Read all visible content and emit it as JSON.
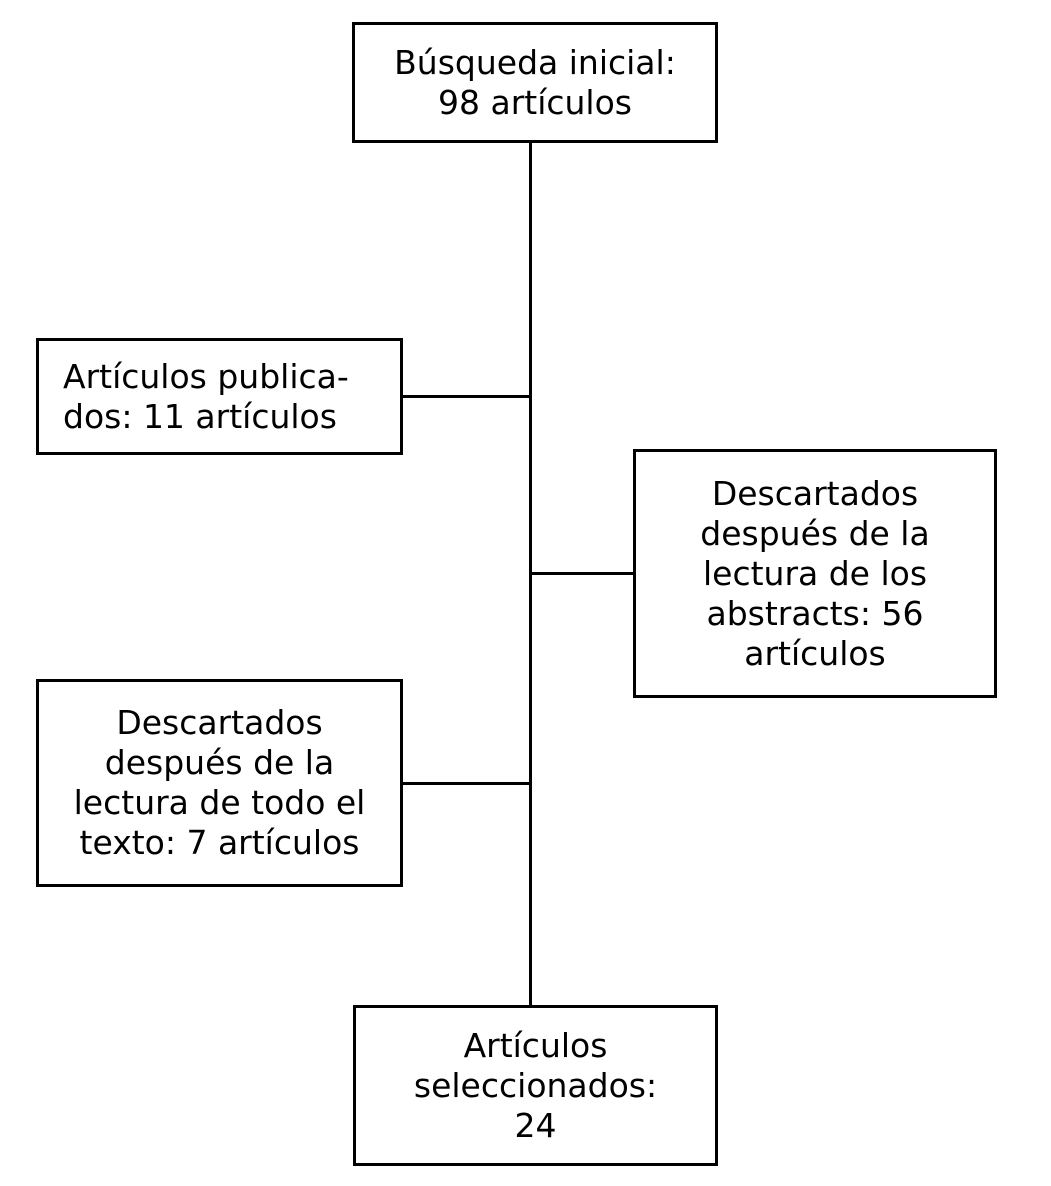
{
  "diagram": {
    "type": "flowchart",
    "language": "es",
    "background_color": "#ffffff",
    "line_color": "#000000",
    "text_color": "#000000",
    "boxes": [
      {
        "name": "initial-search",
        "text": "Búsqueda inicial:\n98 artículos",
        "count": 98
      },
      {
        "name": "published-articles",
        "text": "Artículos publica-\ndos: 11 artículos",
        "count": 11
      },
      {
        "name": "discarded-after-abstracts",
        "text": "Descartados\ndespués de la\nlectura de los\nabstracts: 56\nartículos",
        "count": 56
      },
      {
        "name": "discarded-after-full-text",
        "text": "Descartados\ndespués de la\nlectura de todo el\ntexto: 7 artículos",
        "count": 7
      },
      {
        "name": "selected-articles",
        "text": "Artículos\nseleccionados:\n24",
        "count": 24
      }
    ]
  }
}
